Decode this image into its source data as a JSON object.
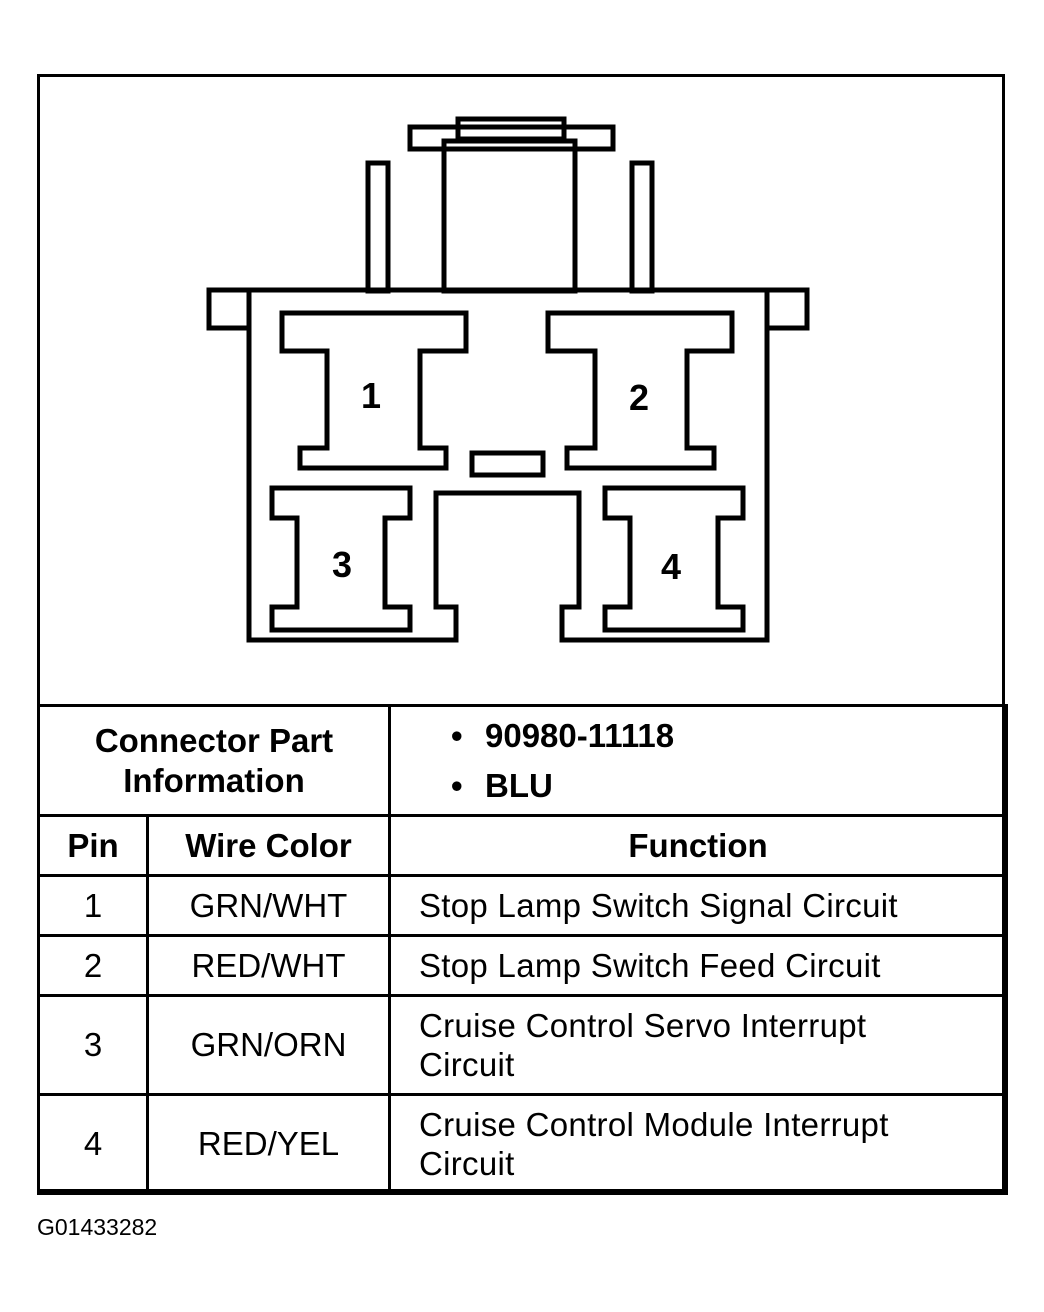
{
  "connector": {
    "pin_labels": [
      "1",
      "2",
      "3",
      "4"
    ]
  },
  "part_info": {
    "label_line1": "Connector Part",
    "label_line2": "Information",
    "values": [
      "90980-11118",
      "BLU"
    ],
    "bullet": "•"
  },
  "table": {
    "headers": {
      "pin": "Pin",
      "wire_color": "Wire Color",
      "function": "Function"
    },
    "rows": [
      {
        "pin": "1",
        "wire_color": "GRN/WHT",
        "function_line1": "Stop Lamp Switch Signal Circuit",
        "function_line2": ""
      },
      {
        "pin": "2",
        "wire_color": "RED/WHT",
        "function_line1": "Stop Lamp Switch Feed Circuit",
        "function_line2": ""
      },
      {
        "pin": "3",
        "wire_color": "GRN/ORN",
        "function_line1": "Cruise Control Servo Interrupt",
        "function_line2": "Circuit"
      },
      {
        "pin": "4",
        "wire_color": "RED/YEL",
        "function_line1": "Cruise Control Module Interrupt",
        "function_line2": "Circuit"
      }
    ]
  },
  "figure_code": "G01433282"
}
